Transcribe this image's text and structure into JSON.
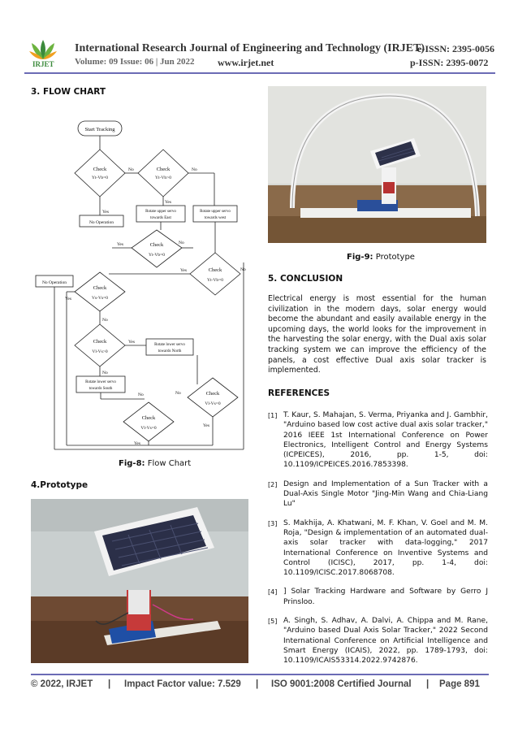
{
  "header": {
    "logo_text": "IRJET",
    "journal_title": "International Research Journal of Engineering and Technology (IRJET)",
    "eissn": "e-ISSN: 2395-0056",
    "volume": "Volume: 09 Issue: 06 | Jun 2022",
    "website": "www.irjet.net",
    "pissn": "p-ISSN: 2395-0072"
  },
  "left": {
    "flow_heading": "3. FLOW CHART",
    "fig8_label": "Fig-8:",
    "fig8_caption": " Flow Chart",
    "prototype_heading": "4.Prototype"
  },
  "flowchart": {
    "start": "Start Tracking",
    "check": "Check",
    "cond_yt_eq": "Yt-Vb=0",
    "cond_yt_gt": "Yt-Vb>0",
    "cond_vs_eq": "Vs-Vs=0",
    "cond_vl_eq": "Vl-Vs=0",
    "cond_vl_gt": "Vl-Vs>0",
    "no": "No",
    "yes": "Yes",
    "no_operation": "No Operation",
    "rotate_upper_east_1": "Rotate upper servo",
    "rotate_upper_east_2": "towards East",
    "rotate_upper_west_1": "Rotate upper servo",
    "rotate_upper_west_2": "towards west",
    "rotate_lower_north_1": "Rotate lower servo",
    "rotate_lower_north_2": "towards North",
    "rotate_lower_south_1": "Rotate lower servo",
    "rotate_lower_south_2": "towards South"
  },
  "right": {
    "fig9_label": "Fig-9:",
    "fig9_caption": " Prototype",
    "conclusion_heading": "5. CONCLUSION",
    "conclusion_text": "Electrical energy is most essential for the human civilization in the modern days, solar energy would become the abundant and easily available energy in the upcoming days, the world looks for the improvement in the harvesting the solar energy, with the Dual axis solar tracking system we can improve the efficiency of the panels, a cost effective Dual axis solar tracker is implemented.",
    "references_heading": "REFERENCES",
    "references": [
      {
        "num": "[1]",
        "text": "T. Kaur, S. Mahajan, S. Verma, Priyanka and J. Gambhir, \"Arduino based low cost active dual axis solar tracker,\" 2016 IEEE 1st International Conference on Power Electronics, Intelligent Control and Energy Systems (ICPEICES), 2016, pp. 1-5, doi: 10.1109/ICPEICES.2016.7853398."
      },
      {
        "num": "[2]",
        "text": "Design and Implementation of a Sun Tracker with a Dual-Axis Single Motor \"Jing-Min Wang and Chia-Liang Lu\""
      },
      {
        "num": "[3]",
        "text": "S. Makhija, A. Khatwani, M. F. Khan, V. Goel and M. M. Roja, \"Design & implementation of an automated dual-axis solar tracker with data-logging,\" 2017 International Conference on Inventive Systems and Control (ICISC), 2017, pp. 1-4, doi: 10.1109/ICISC.2017.8068708."
      },
      {
        "num": "[4]",
        "text": "] Solar Tracking Hardware and Software by Gerro J Prinsloo."
      },
      {
        "num": "[5]",
        "text": "A. Singh, S. Adhav, A. Dalvi, A. Chippa and M. Rane, \"Arduino based Dual Axis Solar Tracker,\" 2022 Second International Conference on Artificial Intelligence and Smart Energy (ICAIS), 2022, pp. 1789-1793, doi: 10.1109/ICAIS53314.2022.9742876."
      }
    ]
  },
  "footer": {
    "copyright": "© 2022, IRJET",
    "sep": "|",
    "impact": "Impact Factor value: 7.529",
    "iso": "ISO 9001:2008 Certified Journal",
    "page": "Page 891"
  }
}
